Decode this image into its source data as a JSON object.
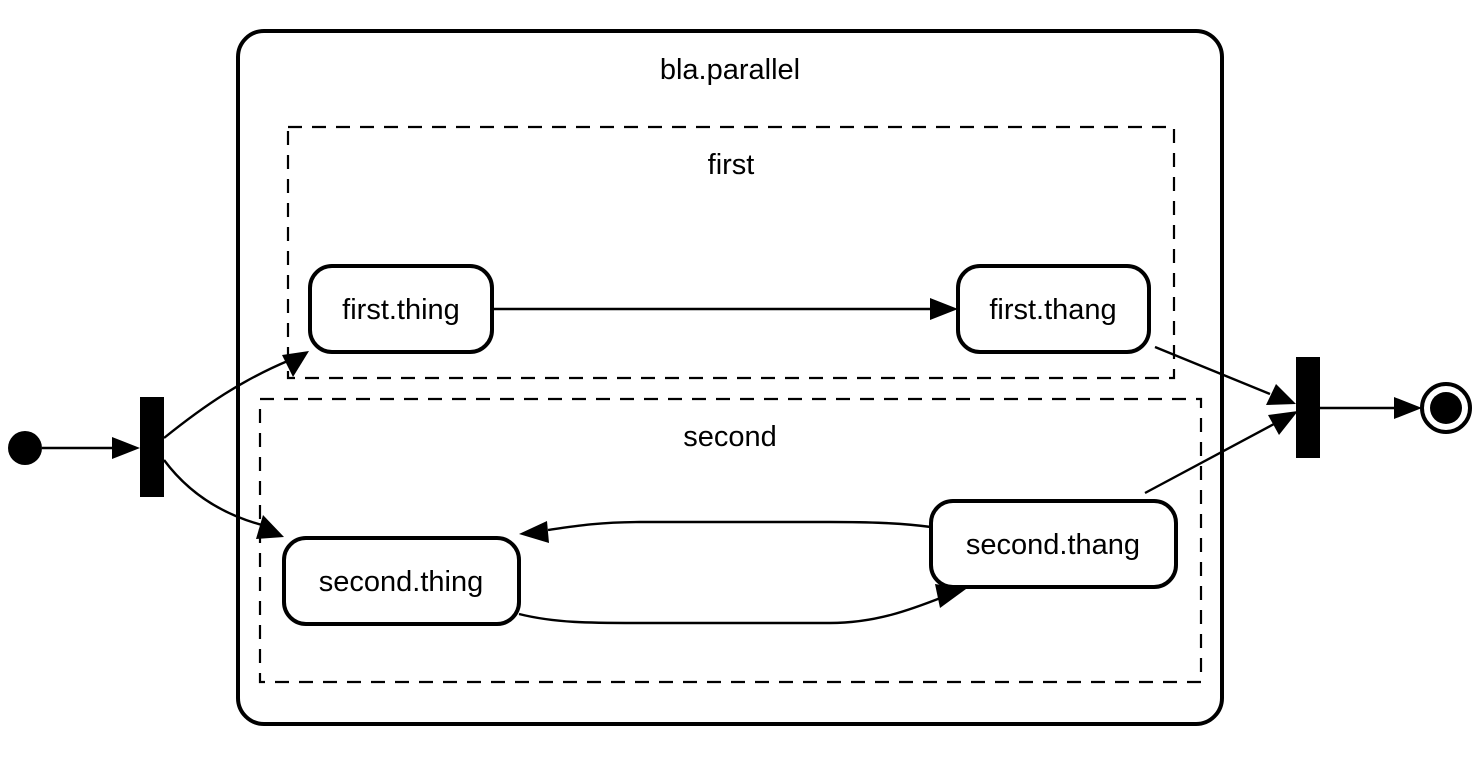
{
  "diagram": {
    "type": "state-machine",
    "composite": {
      "name": "bla.parallel"
    },
    "regions": [
      {
        "id": "first",
        "name": "first"
      },
      {
        "id": "second",
        "name": "second"
      }
    ],
    "states": [
      {
        "id": "first_thing",
        "label": "first.thing",
        "region": "first"
      },
      {
        "id": "first_thang",
        "label": "first.thang",
        "region": "first"
      },
      {
        "id": "second_thing",
        "label": "second.thing",
        "region": "second"
      },
      {
        "id": "second_thang",
        "label": "second.thang",
        "region": "second"
      }
    ],
    "pseudostates": [
      {
        "id": "initial",
        "kind": "initial"
      },
      {
        "id": "fork",
        "kind": "fork"
      },
      {
        "id": "join",
        "kind": "join"
      },
      {
        "id": "final",
        "kind": "final"
      }
    ],
    "transitions": [
      {
        "from": "initial",
        "to": "fork"
      },
      {
        "from": "fork",
        "to": "first_thing"
      },
      {
        "from": "fork",
        "to": "second_thing"
      },
      {
        "from": "first_thing",
        "to": "first_thang"
      },
      {
        "from": "second_thing",
        "to": "second_thang"
      },
      {
        "from": "second_thang",
        "to": "second_thing"
      },
      {
        "from": "first_thang",
        "to": "join"
      },
      {
        "from": "second_thang",
        "to": "join"
      },
      {
        "from": "join",
        "to": "final"
      }
    ]
  }
}
